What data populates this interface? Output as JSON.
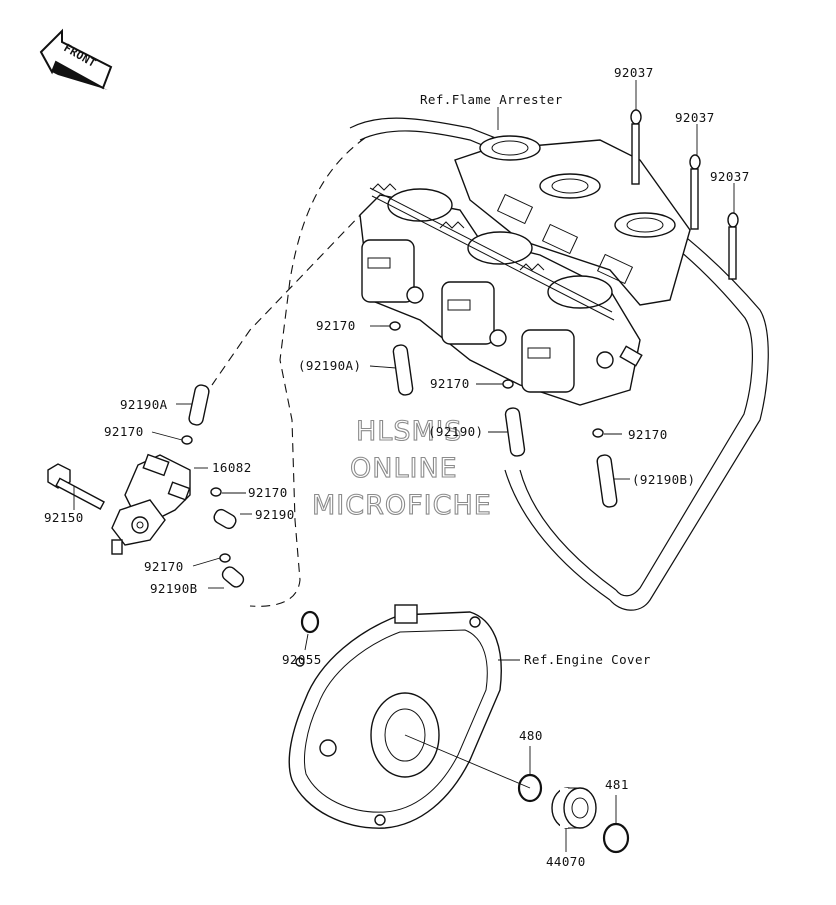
{
  "diagram": {
    "front_arrow_text": "FRONT",
    "watermark": [
      "HLSM'S",
      "ONLINE",
      "MICROFICHE"
    ],
    "references": {
      "flame_arrester": "Ref.Flame Arrester",
      "engine_cover": "Ref.Engine Cover"
    },
    "labels": {
      "bolt_top_1": "92037",
      "bolt_top_2": "92037",
      "bolt_top_3": "92037",
      "clamp_a": "92170",
      "hose_a_ref": "(92190A)",
      "clamp_b": "92170",
      "hose_ref": "(92190)",
      "clamp_c": "92170",
      "hose_b_ref": "(92190B)",
      "hose_a": "92190A",
      "clamp_d": "92170",
      "valve": "16082",
      "clamp_e": "92170",
      "bolt_left": "92150",
      "hose": "92190",
      "clamp_f": "92170",
      "hose_b": "92190B",
      "oring": "92055",
      "circlip_1": "480",
      "circlip_2": "481",
      "bearing": "44070"
    }
  }
}
